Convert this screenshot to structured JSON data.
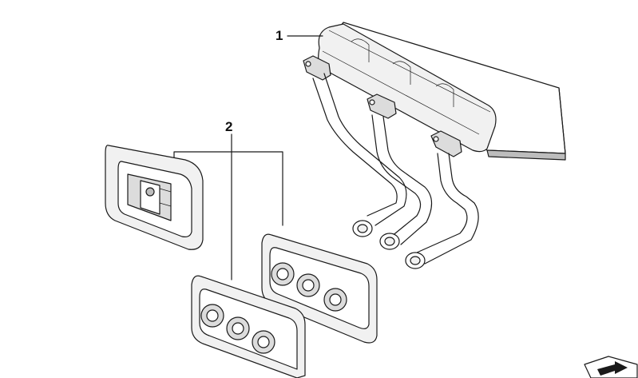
{
  "callouts": [
    {
      "id": "1",
      "label": "1"
    },
    {
      "id": "2",
      "label": "2"
    }
  ],
  "parts": [
    {
      "callout": "1",
      "icon": "heater-core-icon"
    },
    {
      "callout": "2",
      "icon": "grommet-seal-icon"
    }
  ],
  "nav_icon": "next-arrow-icon",
  "colors": {
    "line": "#1a1a1a",
    "background": "#ffffff",
    "shade": "#dcdcdc"
  }
}
